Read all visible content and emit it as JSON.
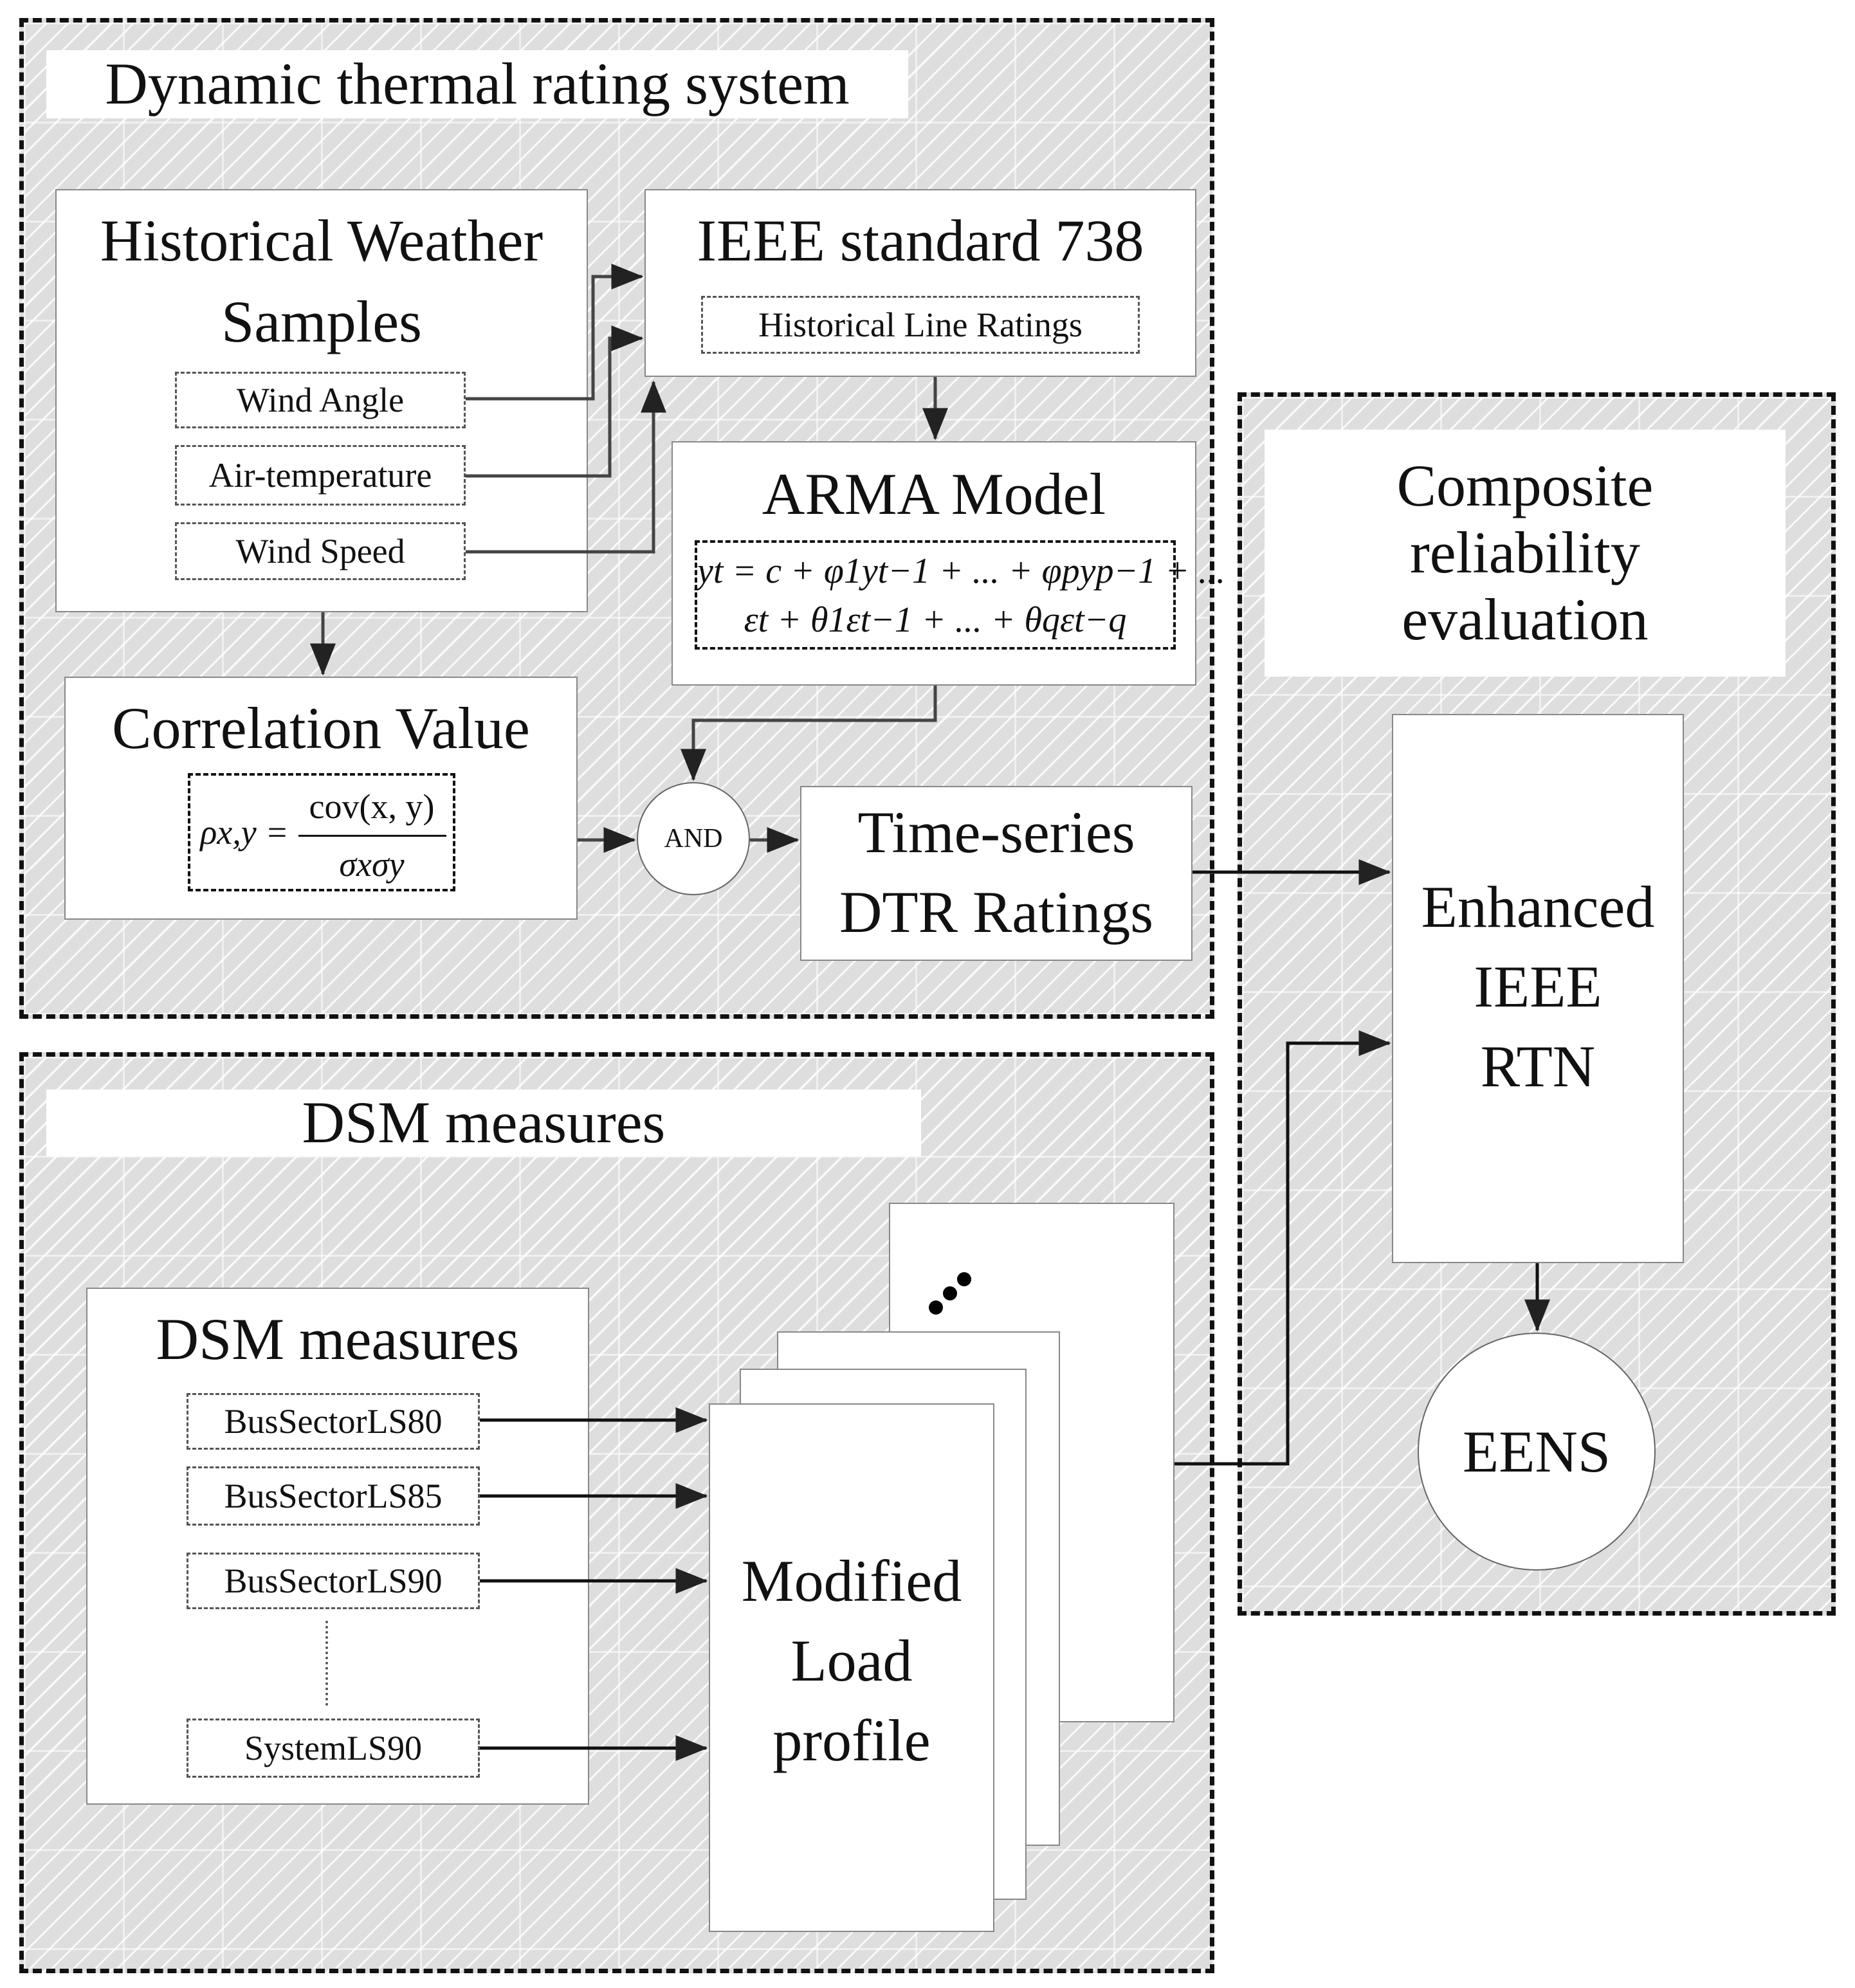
{
  "panels": {
    "dtr": {
      "title": "Dynamic thermal rating system",
      "historical": {
        "title_line1": "Historical Weather",
        "title_line2": "Samples",
        "items": [
          "Wind Angle",
          "Air-temperature",
          "Wind Speed"
        ]
      },
      "ieee": {
        "title": "IEEE standard 738",
        "sub": "Historical Line Ratings"
      },
      "arma": {
        "title": "ARMA Model",
        "formula_line1": "yt = c + φ1yt−1 + ... + φpyp−1 + ...",
        "formula_line2": "εt + θ1εt−1 + ... + θqεt−q"
      },
      "correlation": {
        "title": "Correlation Value",
        "formula_lhs": "ρx,y =",
        "formula_num": "cov(x, y)",
        "formula_den": "σxσy"
      },
      "and_label": "AND",
      "timeseries": {
        "line1": "Time-series",
        "line2": "DTR Ratings"
      }
    },
    "dsm": {
      "title": "DSM measures",
      "box_title": "DSM measures",
      "items": [
        "BusSectorLS80",
        "BusSectorLS85",
        "BusSectorLS90",
        "SystemLS90"
      ],
      "profile": {
        "line1": "Modified",
        "line2": "Load",
        "line3": "profile"
      }
    },
    "composite": {
      "title_line1": "Composite",
      "title_line2": "reliability",
      "title_line3": "evaluation",
      "rtn": {
        "line1": "Enhanced",
        "line2": "IEEE",
        "line3": "RTN"
      },
      "eens": "EENS"
    }
  }
}
